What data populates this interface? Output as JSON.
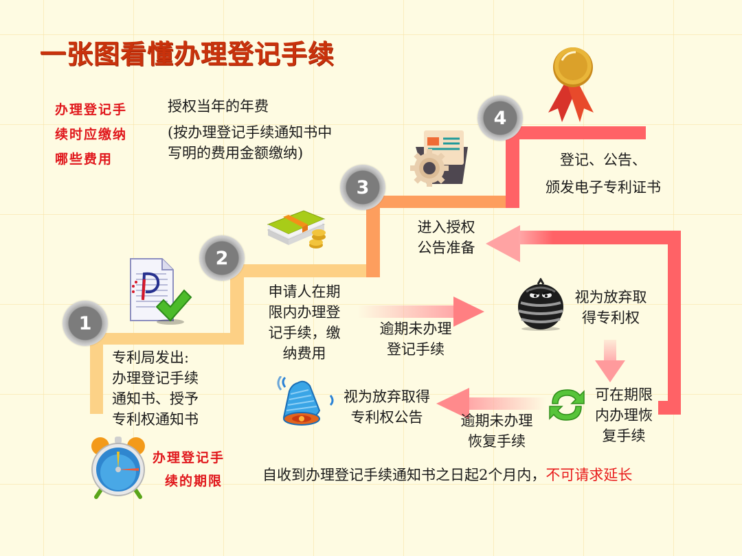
{
  "title": "一张图看懂办理登记手续",
  "fees": {
    "label_lines": [
      "办理登记手",
      "续时应缴纳",
      "哪些费用"
    ],
    "value_line1": "授权当年的年费",
    "value_line2": "(按办理登记手续通知书中",
    "value_line3": "写明的费用金额缴纳)"
  },
  "steps": [
    {
      "number": "1",
      "icon": "document-check-icon",
      "text_lines": [
        "专利局发出:",
        "办理登记手续",
        "通知书、授予",
        "专利权通知书"
      ]
    },
    {
      "number": "2",
      "icon": "money-stack-icon",
      "text_lines": [
        "申请人在期",
        "限内办理登",
        "记手续，缴",
        "纳费用"
      ]
    },
    {
      "number": "3",
      "icon": "folder-gear-icon",
      "text_lines": [
        "进入授权",
        "公告准备"
      ]
    },
    {
      "number": "4",
      "icon": "medal-ribbon-icon",
      "text_lines": [
        "登记、公告、",
        "颁发电子专利证书"
      ]
    }
  ],
  "branches": {
    "overdue_registration": [
      "逾期未办理",
      "登记手续"
    ],
    "deemed_abandon": [
      "视为放弃取",
      "得专利权"
    ],
    "can_restore": [
      "可在期限",
      "内办理恢",
      "复手续"
    ],
    "overdue_restore": [
      "逾期未办理",
      "恢复手续"
    ],
    "abandon_announcement": [
      "视为放弃取得",
      "专利权公告"
    ]
  },
  "deadline": {
    "label_lines": [
      "办理登记手",
      "续的期限"
    ],
    "text": "自收到办理登记手续通知书之日起2个月内，",
    "text_emphasis": "不可请求延长"
  },
  "colors": {
    "title": "#c9320c",
    "label_red": "#e0161b",
    "background": "#fefbe2",
    "path_step1_2": "#fcd287",
    "path_step3": "#fd9e5e",
    "path_step4": "#ff6266",
    "arrow": "#ff6266"
  }
}
